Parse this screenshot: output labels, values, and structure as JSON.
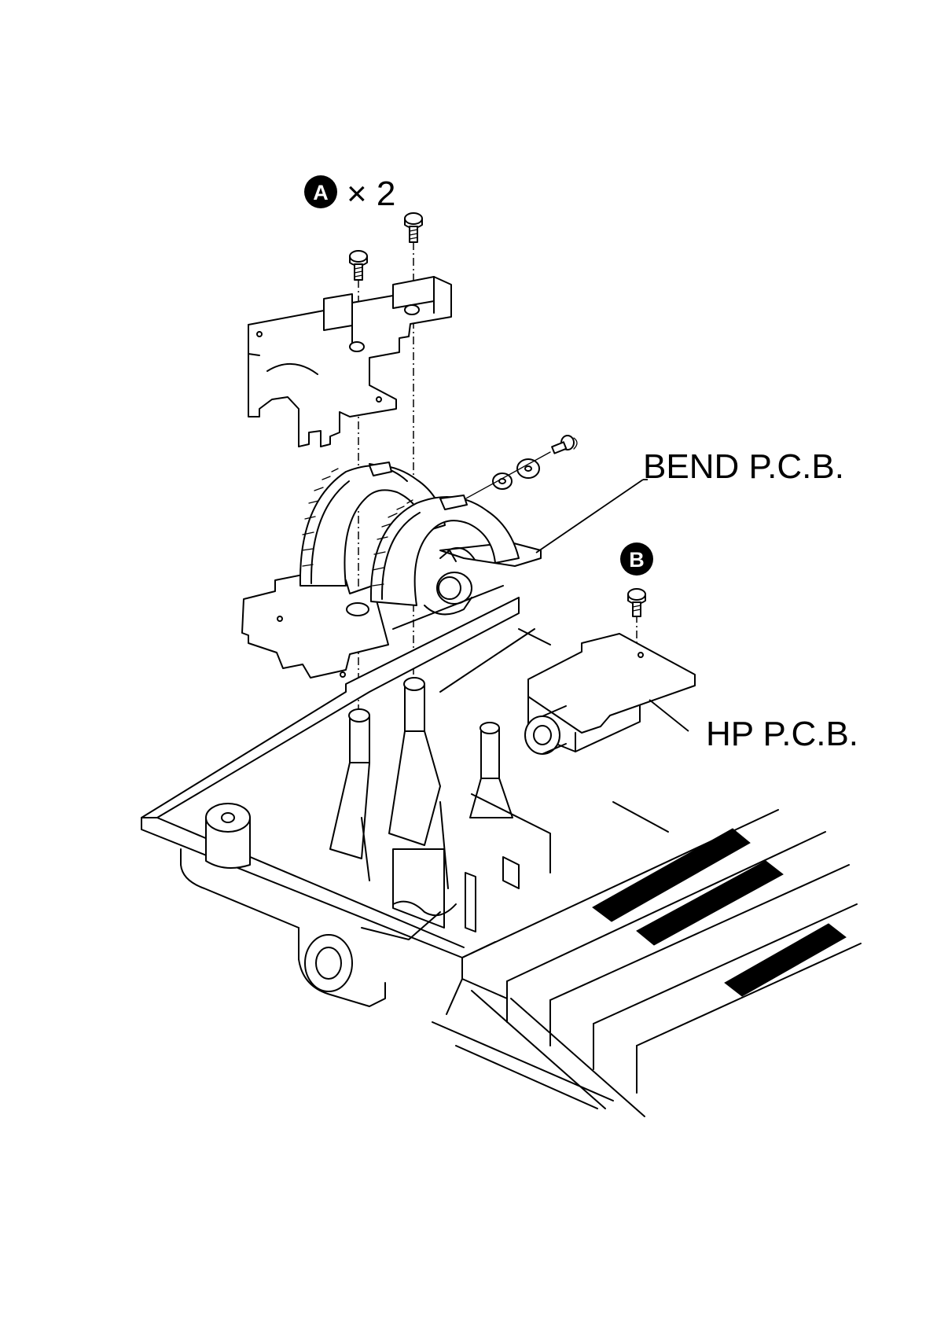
{
  "callouts": {
    "screw_a": {
      "letter": "A",
      "quantity": "× 2"
    },
    "screw_b": {
      "letter": "B"
    }
  },
  "labels": {
    "bend_pcb": "BEND P.C.B.",
    "hp_pcb": "HP P.C.B."
  },
  "colors": {
    "ink": "#000000",
    "paper": "#ffffff"
  }
}
